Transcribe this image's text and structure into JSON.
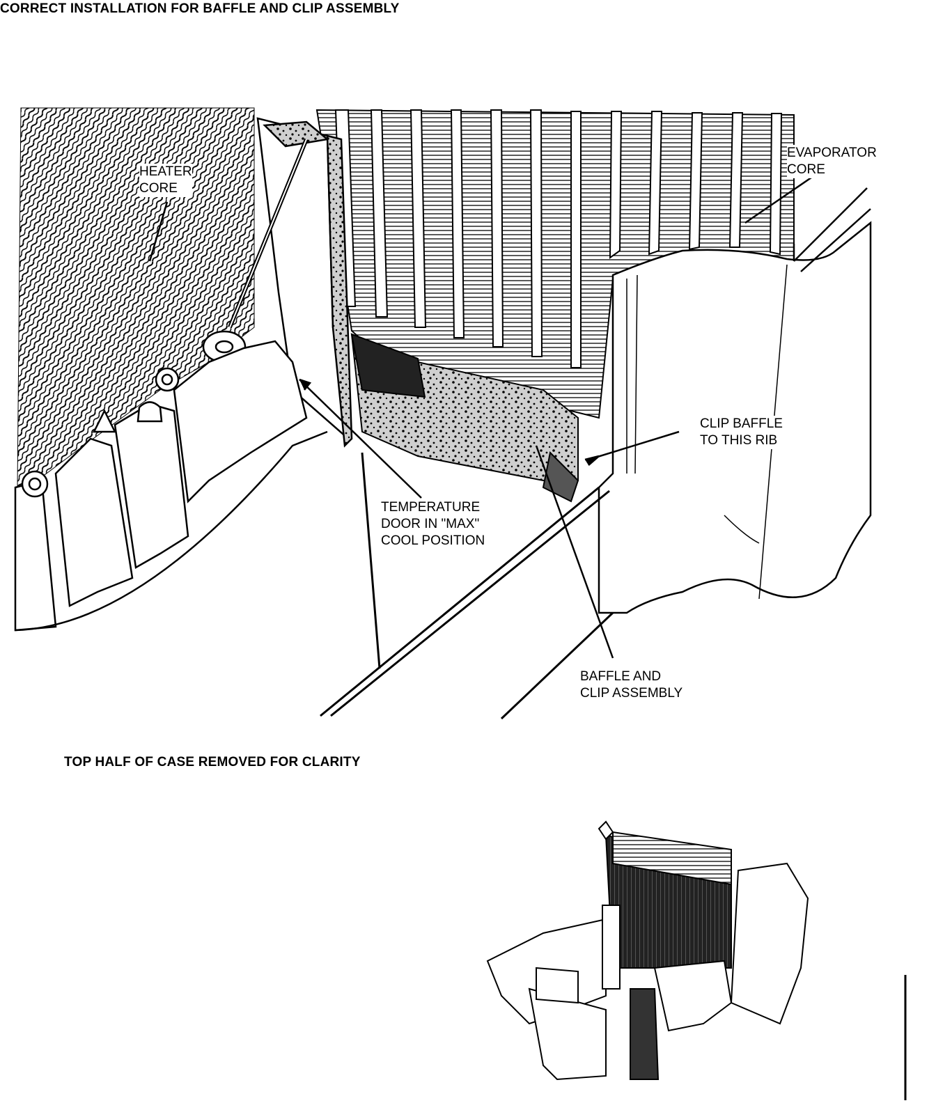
{
  "title": "CORRECT INSTALLATION FOR BAFFLE AND CLIP ASSEMBLY",
  "caption": "TOP HALF OF CASE REMOVED FOR CLARITY",
  "labels": {
    "heater_core": [
      "HEATER",
      "CORE"
    ],
    "evaporator_core": [
      "EVAPORATOR",
      "CORE"
    ],
    "clip_baffle": [
      "CLIP BAFFLE",
      "TO THIS RIB"
    ],
    "temperature_door": [
      "TEMPERATURE",
      "DOOR IN \"MAX\"",
      "COOL POSITION"
    ],
    "baffle_clip": [
      "BAFFLE AND",
      "CLIP ASSEMBLY"
    ]
  }
}
